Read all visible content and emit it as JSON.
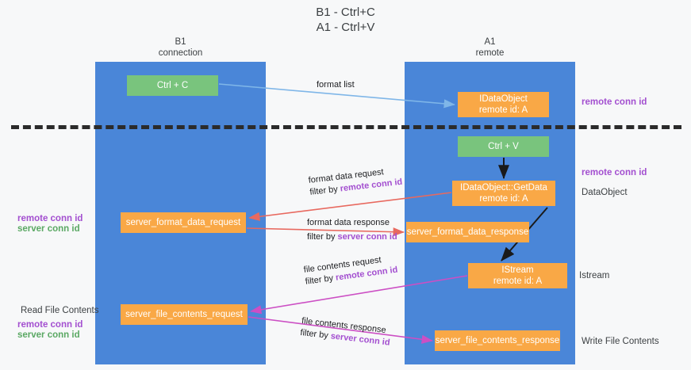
{
  "title": {
    "line1": "B1 - Ctrl+C",
    "line2": "A1 - Ctrl+V"
  },
  "lanes": [
    {
      "id": "b1",
      "name": "B1",
      "subtitle": "connection",
      "color": "#4a86d8"
    },
    {
      "id": "a1",
      "name": "A1",
      "subtitle": "remote",
      "color": "#4a86d8"
    }
  ],
  "colors": {
    "lane": "#4a86d8",
    "node_green": "#79c47d",
    "node_orange": "#f9a846",
    "remote_conn_id": "#a34fd0",
    "server_conn_id": "#5aa863",
    "arrow_blue": "#7fb6e8",
    "arrow_red": "#e8695f",
    "arrow_magenta": "#cc4fc4",
    "arrow_black": "#1a1a1a",
    "separator": "#2b2b2b"
  },
  "nodes": {
    "ctrl_c": {
      "label": "Ctrl + C",
      "lane": "b1",
      "color": "green"
    },
    "idataobject": {
      "line1": "IDataObject",
      "line2": "remote id: A",
      "lane": "a1",
      "color": "orange"
    },
    "ctrl_v": {
      "label": "Ctrl + V",
      "lane": "a1",
      "color": "green"
    },
    "getdata": {
      "line1": "IDataObject::GetData",
      "line2": "remote id: A",
      "lane": "a1",
      "color": "orange"
    },
    "server_format_data_response": {
      "label": "server_format_data_response",
      "lane": "a1",
      "color": "orange"
    },
    "istream": {
      "line1": "IStream",
      "line2": "remote id: A",
      "lane": "a1",
      "color": "orange"
    },
    "server_format_data_request": {
      "label": "server_format_data_request",
      "lane": "b1",
      "color": "orange"
    },
    "server_file_contents_request": {
      "label": "server_file_contents_request",
      "lane": "b1",
      "color": "orange"
    },
    "server_file_contents_response": {
      "label": "server_file_contents_response",
      "lane": "a1",
      "color": "orange"
    }
  },
  "flows": [
    {
      "id": "format_list",
      "label": "format list",
      "filter": "",
      "filter_highlight": "",
      "color": "#7fb6e8"
    },
    {
      "id": "format_data_request",
      "label": "format data request",
      "filter_prefix": "filter by ",
      "filter": "remote conn id",
      "filter_color": "purple",
      "color": "#e8695f"
    },
    {
      "id": "format_data_response",
      "label": "format data response",
      "filter_prefix": "filter by ",
      "filter": "server conn id",
      "filter_color": "purple",
      "color": "#e8695f"
    },
    {
      "id": "file_contents_request",
      "label": "file contents request",
      "filter_prefix": "filter by ",
      "filter": "remote conn id",
      "filter_color": "purple",
      "color": "#cc4fc4"
    },
    {
      "id": "file_contents_response",
      "label": "file contents response",
      "filter_prefix": "filter by ",
      "filter": "server conn id",
      "filter_color": "purple",
      "color": "#cc4fc4"
    }
  ],
  "annotations": {
    "right_remote_conn_id_top": "remote conn id",
    "right_remote_conn_id_mid": "remote conn id",
    "right_dataobject": "DataObject",
    "right_istream": "Istream",
    "right_write_file_contents": "Write File Contents",
    "left_remote_conn_id_1": "remote conn id",
    "left_server_conn_id_1": "server conn id",
    "left_read_file_contents": "Read File Contents",
    "left_remote_conn_id_2": "remote conn id",
    "left_server_conn_id_2": "server conn id"
  }
}
